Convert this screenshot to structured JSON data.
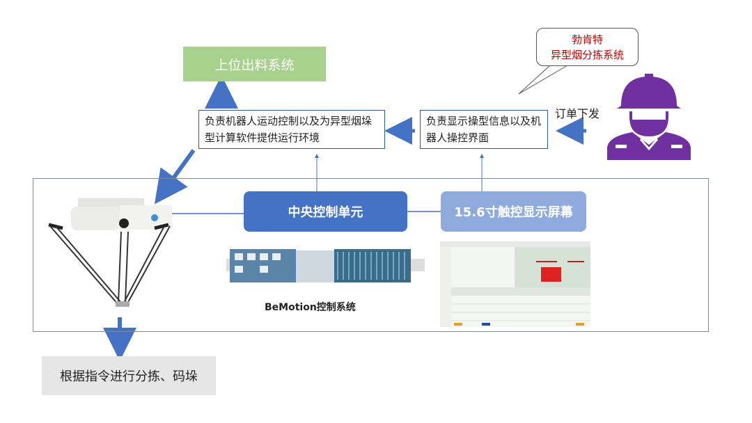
{
  "upper_system": "上位出料系统",
  "box_control": "负责机器人运动控制以及为异型烟垛型计算软件提供运行环境",
  "box_display": "负责显示操型信息以及机器人操控界面",
  "order_label": "订单下发",
  "bubble": {
    "line1": "勃肯特",
    "line2": "异型烟分拣系统"
  },
  "central_unit": "中央控制单元",
  "touch_screen": "15.6寸触控显示屏幕",
  "plc_label": "BeMotion控制系统",
  "result_box": "根据指令进行分拣、码垛",
  "colors": {
    "arrow": "#4472c4",
    "central": "#4472c4",
    "screen": "#8faadc",
    "green": "#a9d18e",
    "person": "#7030a0"
  }
}
